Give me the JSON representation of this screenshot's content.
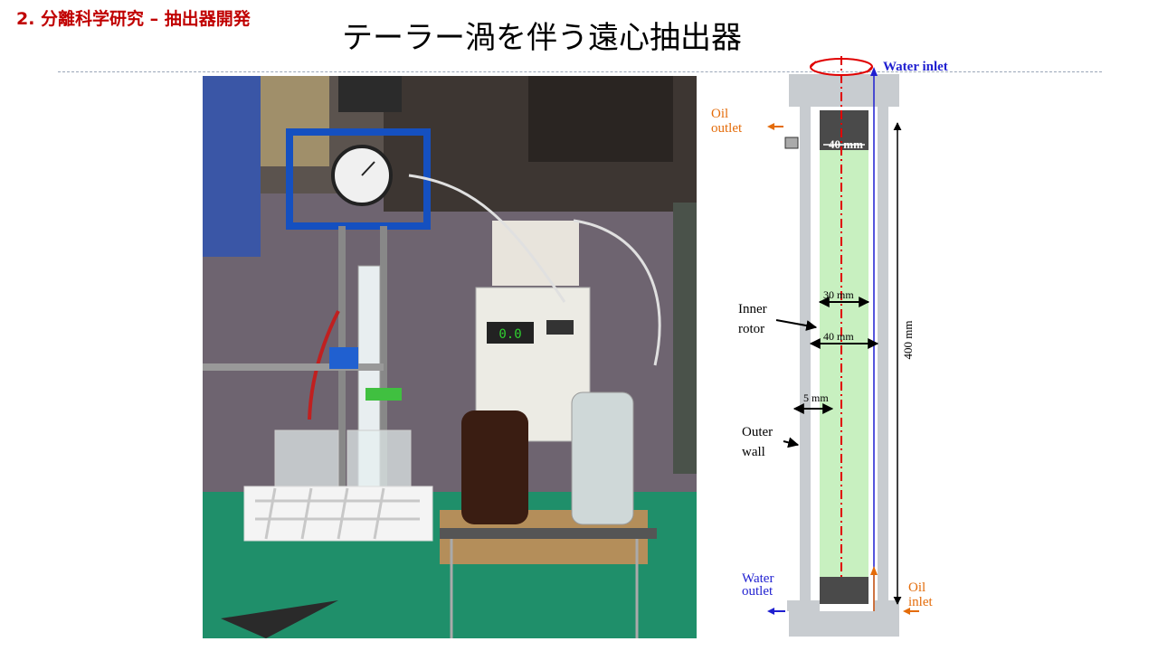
{
  "header": {
    "section_label": "2. 分離科学研究 – 抽出器開発",
    "title": "テーラー渦を伴う遠心抽出器"
  },
  "photo": {
    "gauge_reading": "0.0"
  },
  "diagram": {
    "labels": {
      "water_inlet": "Water  inlet",
      "oil_outlet_1": "Oil",
      "oil_outlet_2": "outlet",
      "inner_rotor_1": "Inner",
      "inner_rotor_2": "rotor",
      "outer_wall_1": "Outer",
      "outer_wall_2": "wall",
      "water_outlet_1": "Water",
      "water_outlet_2": "outlet",
      "oil_inlet_1": "Oil",
      "oil_inlet_2": "inlet"
    },
    "dimensions": {
      "top_gap": "40 mm",
      "rotor_inner": "30 mm",
      "rotor_outer": "40 mm",
      "gap": "5 mm",
      "height": "400 mm"
    },
    "colors": {
      "water": "#1f1fd0",
      "oil": "#e46c0a",
      "axis": "#e00000",
      "rotor_fill": "#c8f0c0",
      "body_gray": "#c8ccd0",
      "dark_block": "#4a4a4a"
    }
  }
}
